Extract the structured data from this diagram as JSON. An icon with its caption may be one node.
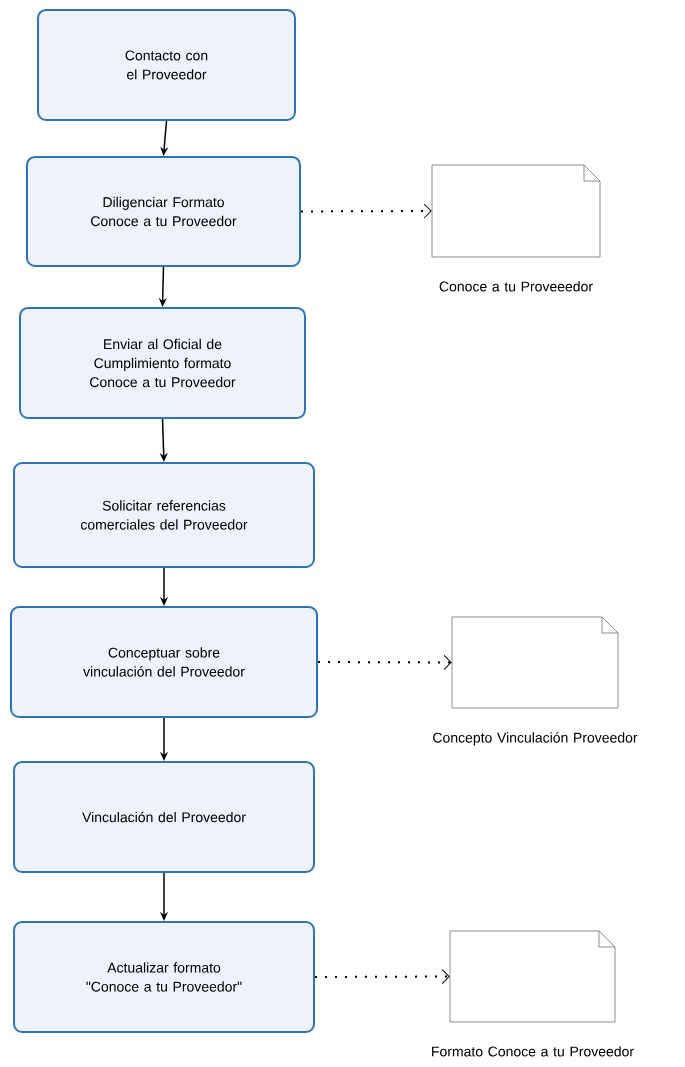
{
  "diagram": {
    "nodes": [
      {
        "text": [
          "Contacto con el Proveedor"
        ]
      },
      {
        "text": [
          "Diligenciar Formato Conoce a tu Proveedor"
        ]
      },
      {
        "text": [
          "Enviar al Oficial de Cumplimiento formato Conoce a tu Proveedor"
        ]
      },
      {
        "text": [
          "Solicitar referencias comerciales del Proveedor"
        ]
      },
      {
        "text": [
          "Conceptuar sobre vinculación del Proveedor"
        ]
      },
      {
        "text": [
          "Vinculación del Proveedor"
        ]
      },
      {
        "text": [
          "Actualizar formato \"Conoce a tu Proveedor\""
        ]
      },
      {
        "text": [
          "Conoce a tu Proveeedor"
        ]
      },
      {
        "text": [
          "Concepto Vinculación Proveedor"
        ]
      },
      {
        "text": [
          "Formato Conoce a tu Proveedor"
        ]
      }
    ],
    "edges": [
      {
        "from": 0,
        "to": 1,
        "arrow": "to"
      },
      {
        "from": 1,
        "to": 2,
        "arrow": "to"
      },
      {
        "from": 2,
        "to": 3,
        "arrow": "to"
      },
      {
        "from": 3,
        "to": 4,
        "arrow": "to"
      },
      {
        "from": 4,
        "to": 5,
        "arrow": "to"
      },
      {
        "from": 5,
        "to": 6,
        "arrow": "to"
      },
      {
        "from": 1,
        "to": 7,
        "arrow": "to",
        "style": "dashed"
      },
      {
        "from": 4,
        "to": 8,
        "arrow": "to",
        "style": "dashed"
      },
      {
        "from": 6,
        "to": 9,
        "arrow": "to",
        "style": "dashed"
      }
    ]
  }
}
